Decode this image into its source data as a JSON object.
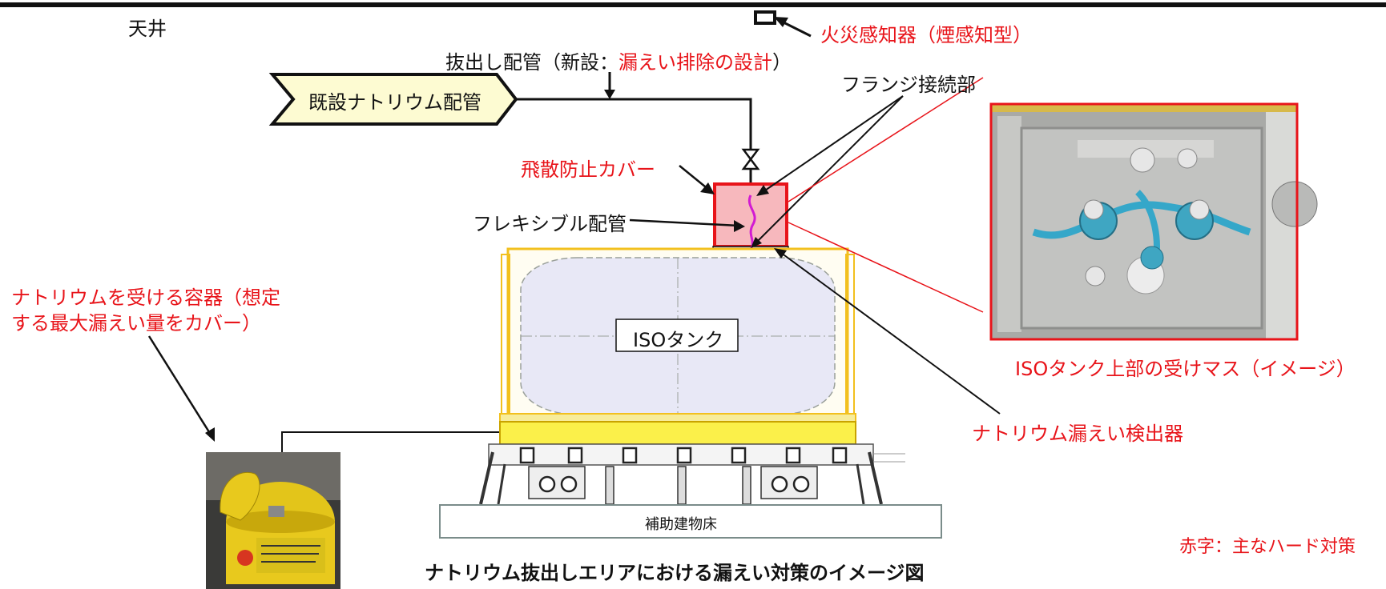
{
  "labels": {
    "ceiling": "天井",
    "fire_detector": "火災感知器（煙感知型）",
    "drain_pipe_prefix": "抜出し配管（新設：",
    "drain_pipe_red": "漏えい排除の設計",
    "drain_pipe_suffix": "）",
    "existing_pipe": "既設ナトリウム配管",
    "flange": "フランジ接続部",
    "splash_cover": "飛散防止カバー",
    "flexible_pipe": "フレキシブル配管",
    "container_line1": "ナトリウムを受ける容器（想定",
    "container_line2": "する最大漏えい量をカバー）",
    "iso_tank": "ISOタンク",
    "iso_top": "ISOタンク上部の受けマス（イメージ）",
    "leak_detector": "ナトリウム漏えい検出器",
    "floor": "補助建物床",
    "caption": "ナトリウム抜出しエリアにおける漏えい対策のイメージ図",
    "legend": "赤字：主なハード対策"
  },
  "colors": {
    "accent_red": "#e8141a",
    "cover_fill": "#f7b8bd",
    "tank_fill": "#e8e8f6",
    "frame_yellow": "#f2c01e",
    "pipe_box_fill": "#fdfbd2",
    "flex_pipe": "#d21bd2"
  }
}
